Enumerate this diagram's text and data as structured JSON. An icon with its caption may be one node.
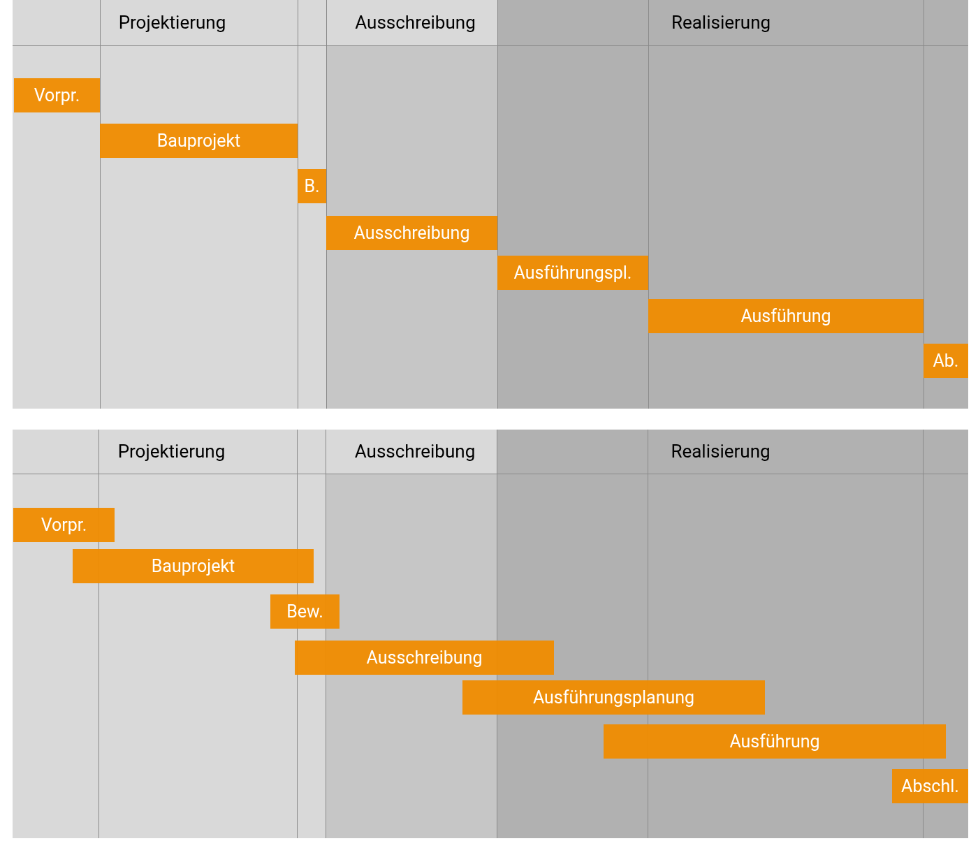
{
  "diagram": {
    "nodes": [
      {
        "text": [
          "Vorpr."
        ]
      },
      {
        "text": [
          "Bauprojekt"
        ]
      },
      {
        "text": [
          "B."
        ]
      },
      {
        "text": [
          "Ausschreibung"
        ]
      },
      {
        "text": [
          "Ausführungspl."
        ]
      },
      {
        "text": [
          "Ausführung"
        ]
      },
      {
        "text": [
          "Ab."
        ]
      },
      {
        "text": [
          "Vorpr."
        ]
      },
      {
        "text": [
          "Bauprojekt"
        ]
      },
      {
        "text": [
          "Bew."
        ]
      },
      {
        "text": [
          "Ausschreibung"
        ]
      },
      {
        "text": [
          "Ausführungsplanung"
        ]
      },
      {
        "text": [
          "Ausführung"
        ]
      },
      {
        "text": [
          "Abschl."
        ]
      }
    ],
    "labels": [
      "Projektierung",
      "Ausschreibung",
      "Realisierung",
      "Projektierung",
      "Ausschreibung",
      "Realisierung"
    ]
  }
}
